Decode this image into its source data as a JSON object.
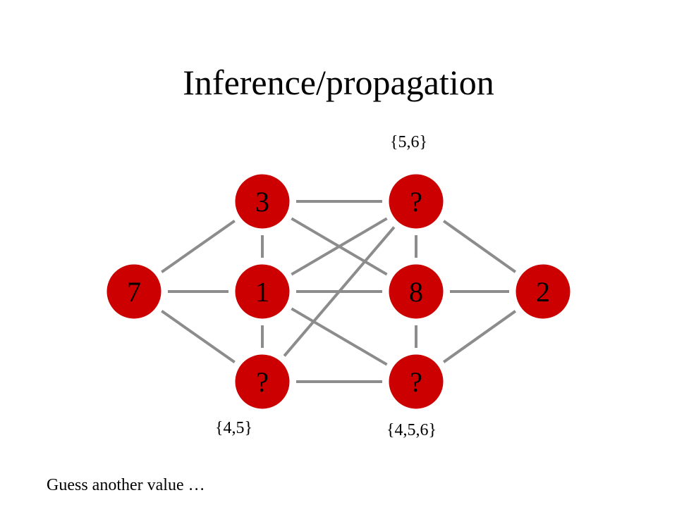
{
  "slide": {
    "title": "Inference/propagation",
    "footnote": "Guess another value …"
  },
  "graph": {
    "node_color": "#cc0000",
    "edge_color": "#8c8c8c",
    "nodes": [
      {
        "id": "left-center",
        "label": "7"
      },
      {
        "id": "col1-top",
        "label": "3"
      },
      {
        "id": "col1-middle",
        "label": "1"
      },
      {
        "id": "col1-bottom",
        "label": "?"
      },
      {
        "id": "col2-top",
        "label": "?"
      },
      {
        "id": "col2-middle",
        "label": "8"
      },
      {
        "id": "col2-bottom",
        "label": "?"
      },
      {
        "id": "right-center",
        "label": "2"
      }
    ],
    "edges": [
      [
        "left-center",
        "col1-top"
      ],
      [
        "left-center",
        "col1-middle"
      ],
      [
        "left-center",
        "col1-bottom"
      ],
      [
        "col1-top",
        "col1-middle"
      ],
      [
        "col1-middle",
        "col1-bottom"
      ],
      [
        "col2-top",
        "col2-middle"
      ],
      [
        "col2-middle",
        "col2-bottom"
      ],
      [
        "col1-top",
        "col2-top"
      ],
      [
        "col1-top",
        "col2-middle"
      ],
      [
        "col1-middle",
        "col2-top"
      ],
      [
        "col1-middle",
        "col2-middle"
      ],
      [
        "col1-middle",
        "col2-bottom"
      ],
      [
        "col1-bottom",
        "col2-top"
      ],
      [
        "col1-bottom",
        "col2-bottom"
      ],
      [
        "col2-top",
        "right-center"
      ],
      [
        "col2-middle",
        "right-center"
      ],
      [
        "col2-bottom",
        "right-center"
      ]
    ],
    "domains": {
      "col2_top": "{5,6}",
      "col1_bottom": "{4,5}",
      "col2_bottom": "{4,5,6}"
    }
  }
}
